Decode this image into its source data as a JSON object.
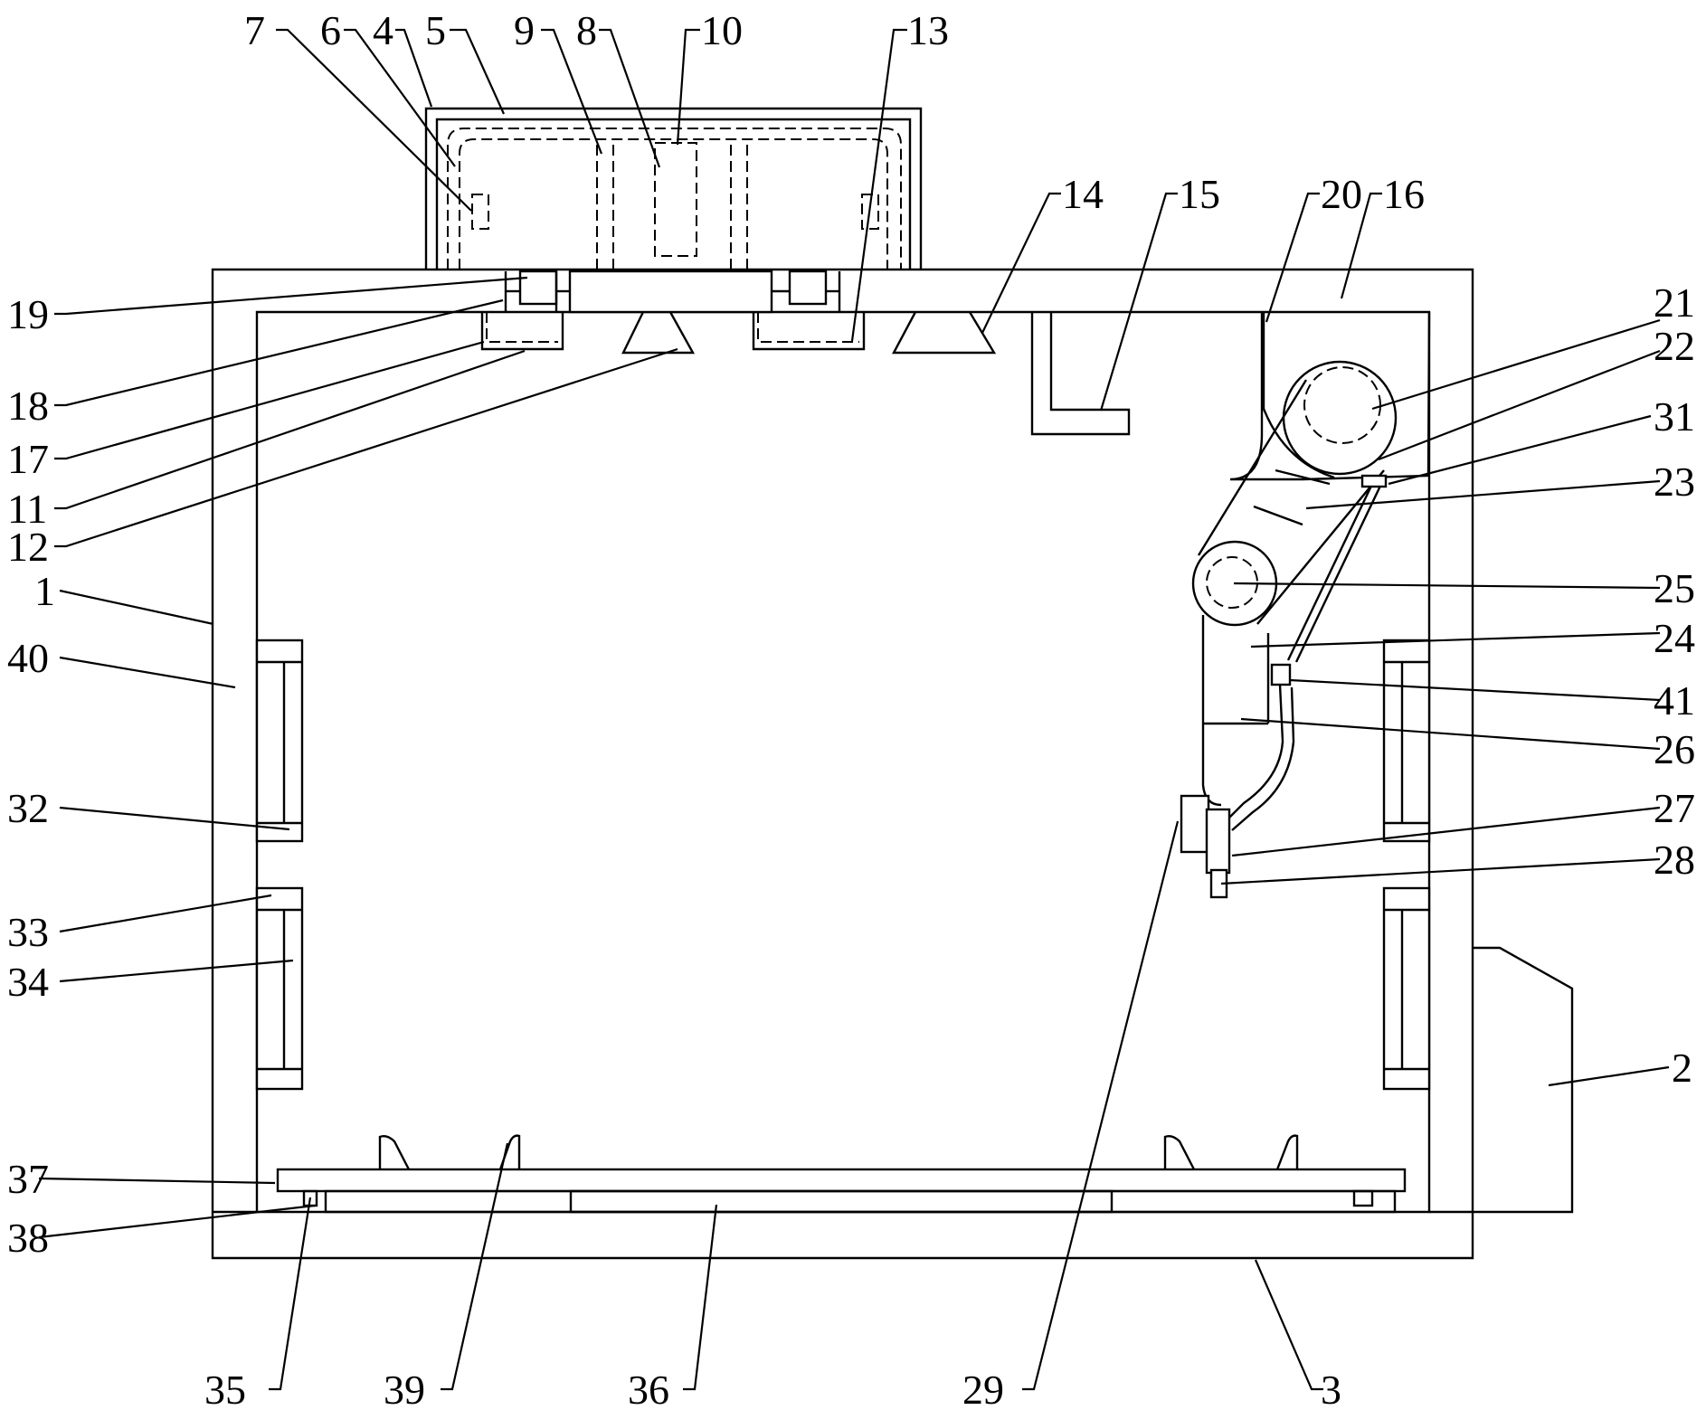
{
  "labels": {
    "l1": "1",
    "l2": "2",
    "l3": "3",
    "l4": "4",
    "l5": "5",
    "l6": "6",
    "l7": "7",
    "l8": "8",
    "l9": "9",
    "l10": "10",
    "l11": "11",
    "l12": "12",
    "l13": "13",
    "l14": "14",
    "l15": "15",
    "l16": "16",
    "l17": "17",
    "l18": "18",
    "l19": "19",
    "l20": "20",
    "l21": "21",
    "l22": "22",
    "l23": "23",
    "l24": "24",
    "l25": "25",
    "l26": "26",
    "l27": "27",
    "l28": "28",
    "l29": "29",
    "l31": "31",
    "l32": "32",
    "l33": "33",
    "l34": "34",
    "l35": "35",
    "l36": "36",
    "l37": "37",
    "l38": "38",
    "l39": "39",
    "l40": "40",
    "l41": "41"
  }
}
